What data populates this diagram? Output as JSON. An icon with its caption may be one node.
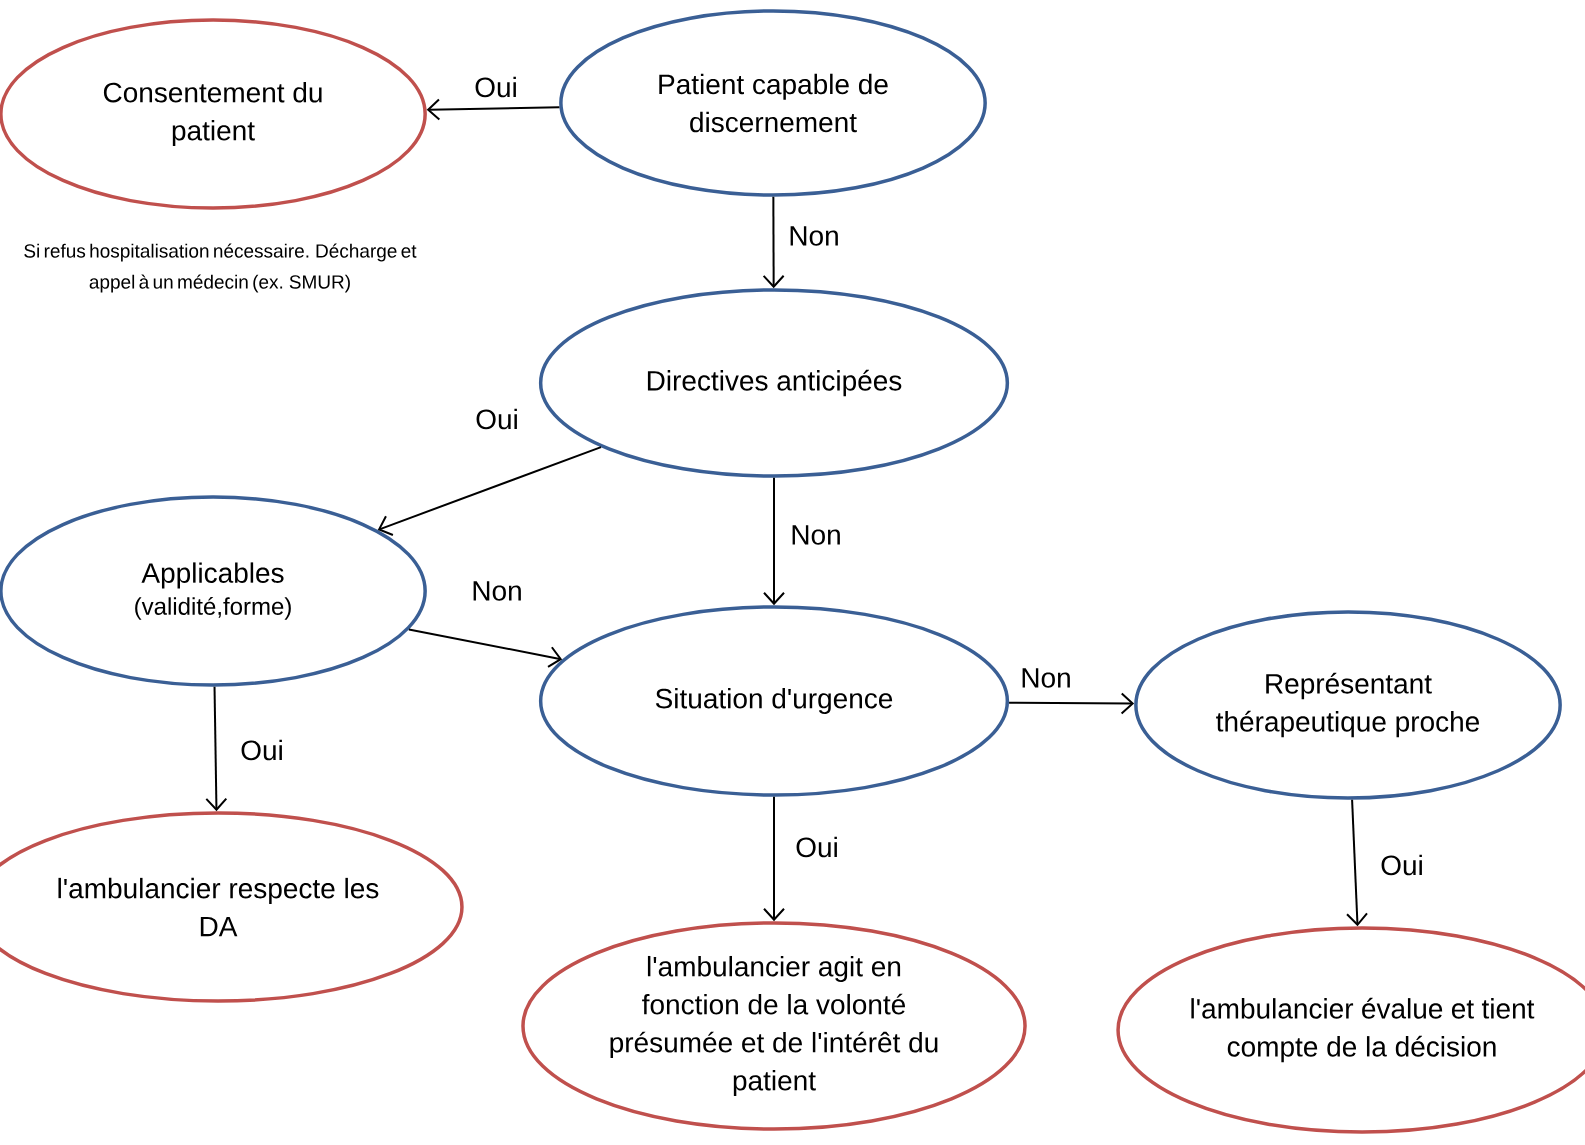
{
  "diagram": {
    "nodes": [
      {
        "text": [
          "Consentement du patient"
        ],
        "beside": [
          "Si refus hospitalisation nécessaire. Décharge et appel à un médecin (ex. SMUR)"
        ]
      },
      {
        "text": [
          "Patient capable de discernement"
        ]
      },
      {
        "text": [
          "Directives anticipées"
        ]
      },
      {
        "text": [
          "Applicables",
          "(validité,forme)"
        ]
      },
      {
        "text": [
          "Situation d'urgence"
        ]
      },
      {
        "text": [
          "Représentant thérapeutique proche"
        ]
      },
      {
        "text": [
          "l'ambulancier respecte les DA"
        ]
      },
      {
        "text": [
          "l'ambulancier agit en fonction de la volonté présumée et de l'intérêt du patient"
        ]
      },
      {
        "text": [
          "l'ambulancier évalue et tient compte de la décision"
        ]
      }
    ],
    "edges": [
      {
        "from": 1,
        "to": 0,
        "arrow": "to",
        "label": "Oui"
      },
      {
        "from": 1,
        "to": 2,
        "arrow": "to",
        "label": "Non"
      },
      {
        "from": 2,
        "to": 3,
        "arrow": "to",
        "label": "Oui"
      },
      {
        "from": 2,
        "to": 4,
        "arrow": "to",
        "label": "Non"
      },
      {
        "from": 3,
        "to": 4,
        "arrow": "to",
        "label": "Non"
      },
      {
        "from": 3,
        "to": 6,
        "arrow": "to",
        "label": "Oui"
      },
      {
        "from": 4,
        "to": 5,
        "arrow": "to",
        "label": "Non"
      },
      {
        "from": 4,
        "to": 7,
        "arrow": "to",
        "label": "Oui"
      },
      {
        "from": 5,
        "to": 8,
        "arrow": "to",
        "label": "Oui"
      }
    ]
  }
}
